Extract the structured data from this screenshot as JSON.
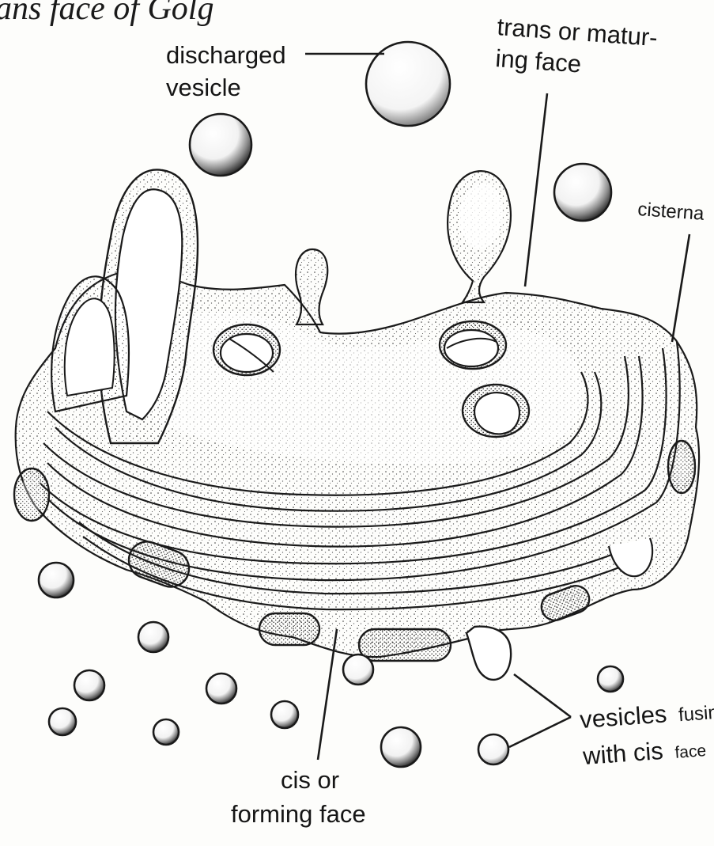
{
  "header_fragment": "ans face of Golg",
  "labels": {
    "discharged_vesicle": [
      "discharged",
      "vesicle"
    ],
    "trans_face": [
      "trans or matur-",
      "ing face"
    ],
    "cisterna": "cisterna",
    "cis_face": [
      "cis or",
      "forming face"
    ],
    "vesicles_fusing": {
      "line1_a": "vesicles",
      "line1_b": "fusing",
      "line2_a": "with cis",
      "line2_b": "face"
    }
  },
  "colors": {
    "ink": "#1a1a1a",
    "paper": "#fdfdfb",
    "membrane_fill": "#ffffff"
  }
}
